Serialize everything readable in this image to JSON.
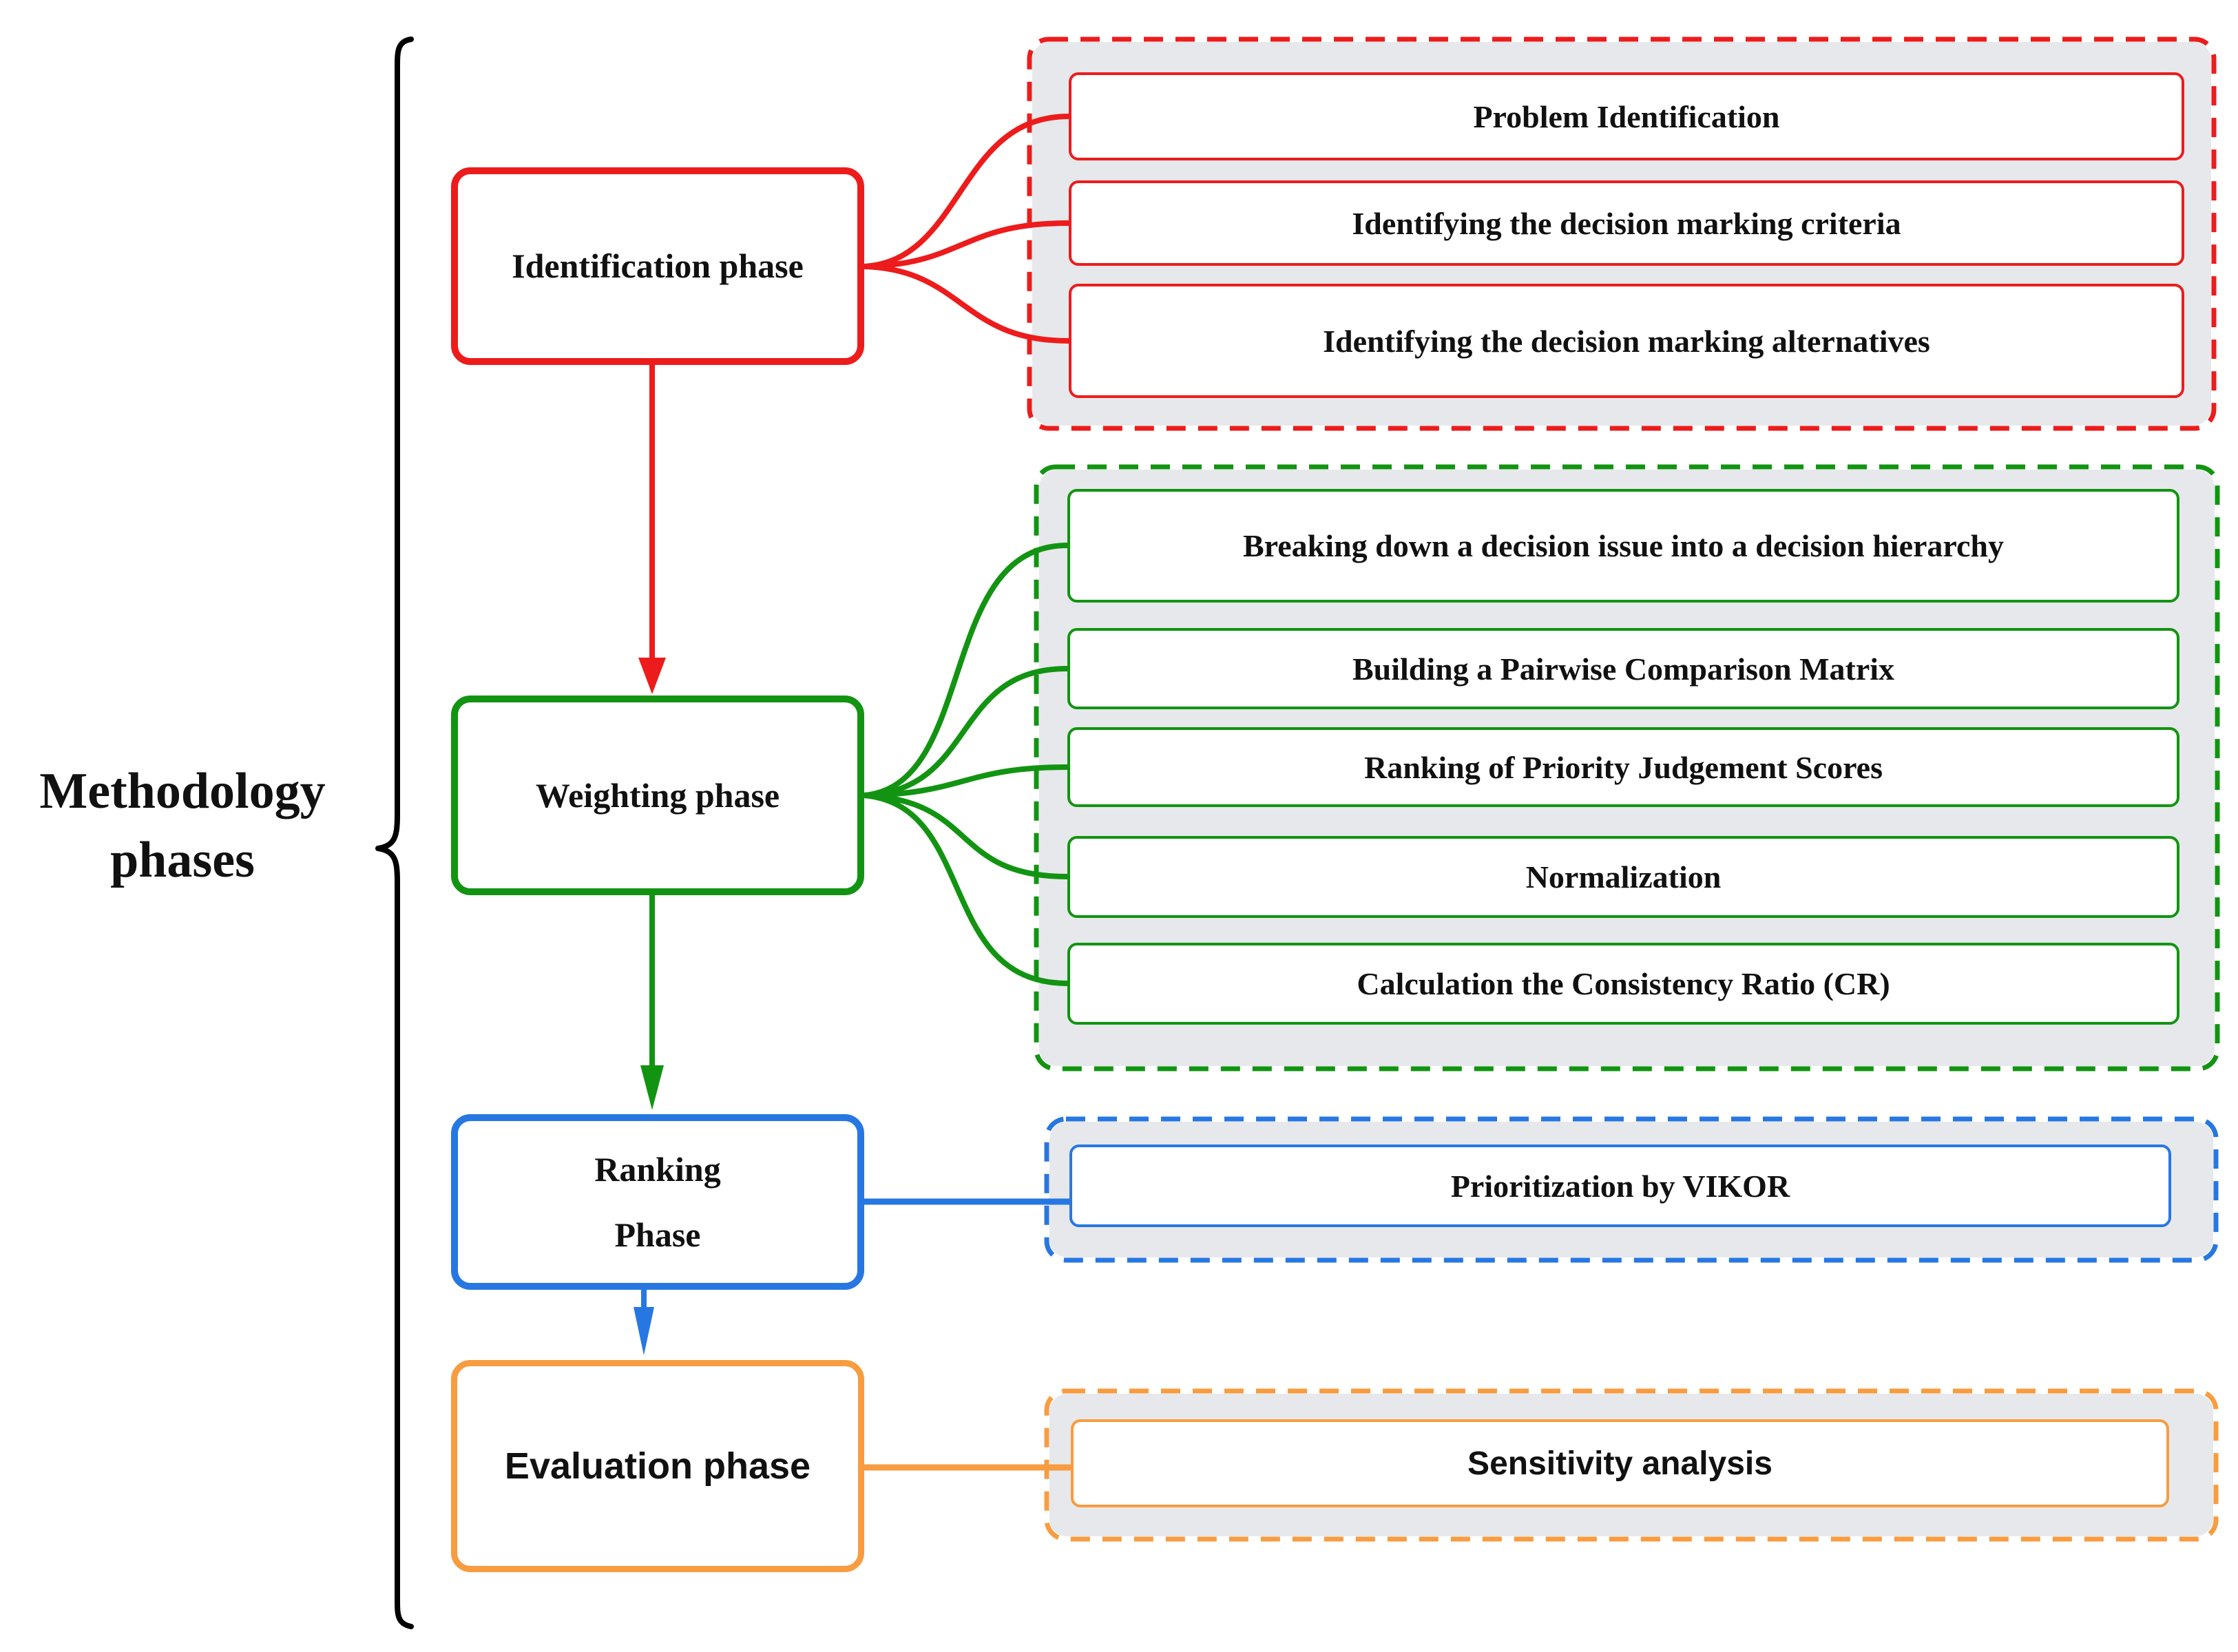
{
  "title": "AHP-VIKOR methodology phases diagram",
  "left_label": {
    "line1": "Methodology",
    "line2": "phases"
  },
  "phases": [
    {
      "id": "identification",
      "label": "Identification phase",
      "color": "#ed1c1c"
    },
    {
      "id": "weighting",
      "label": "Weighting phase",
      "color": "#129412"
    },
    {
      "id": "ranking",
      "label": "Ranking\nPhase",
      "color": "#2777e2"
    },
    {
      "id": "evaluation",
      "label": "Evaluation phase",
      "color": "#f89c40"
    }
  ],
  "groups": {
    "identification": {
      "color": "#ed1c1c",
      "items": [
        "Problem  Identification",
        "Identifying the decision marking criteria",
        "Identifying the decision marking alternatives"
      ]
    },
    "weighting": {
      "color": "#129412",
      "items": [
        "Breaking down a decision issue into a decision hierarchy",
        "Building a Pairwise Comparison Matrix",
        "Ranking of Priority Judgement Scores",
        "Normalization",
        "Calculation the Consistency Ratio (CR)"
      ]
    },
    "ranking": {
      "color": "#2777e2",
      "items": [
        "Prioritization by VIKOR"
      ]
    },
    "evaluation": {
      "color": "#f89c40",
      "items": [
        "Sensitivity analysis"
      ]
    }
  },
  "colors": {
    "red": "#ed1c1c",
    "green": "#129412",
    "blue": "#2777e2",
    "orange": "#f89c40",
    "panel_gray": "#e6e8eb",
    "text": "#111111",
    "brace": "#000000",
    "background": "#ffffff"
  }
}
